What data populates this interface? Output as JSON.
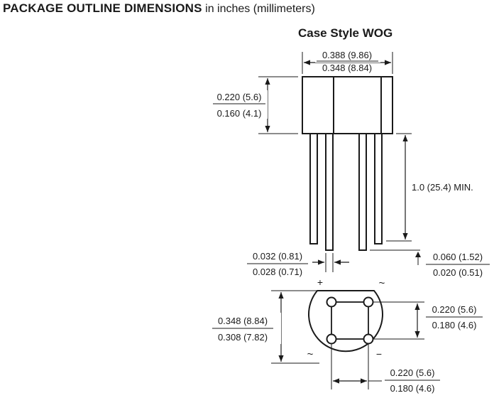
{
  "header": {
    "title_bold": "PACKAGE OUTLINE DIMENSIONS",
    "title_rest": "in inches (millimeters)"
  },
  "case_title": "Case Style WOG",
  "dims": {
    "body_width": {
      "top": "0.388 (9.86)",
      "bottom": "0.348 (8.84)"
    },
    "body_height": {
      "top": "0.220 (5.6)",
      "bottom": "0.160 (4.1)"
    },
    "lead_length": "1.0 (25.4) MIN.",
    "lead_width": {
      "top": "0.032 (0.81)",
      "bottom": "0.028 (0.71)"
    },
    "lead_thickness": {
      "top": "0.060 (1.52)",
      "bottom": "0.020 (0.51)"
    },
    "bottom_width": {
      "top": "0.348 (8.84)",
      "bottom": "0.308 (7.82)"
    },
    "pin_vertical": {
      "top": "0.220 (5.6)",
      "bottom": "0.180 (4.6)"
    },
    "pin_horizontal": {
      "top": "0.220 (5.6)",
      "bottom": "0.180 (4.6)"
    }
  },
  "pin_symbols": {
    "plus": "+",
    "minus": "−",
    "ac": "~"
  }
}
